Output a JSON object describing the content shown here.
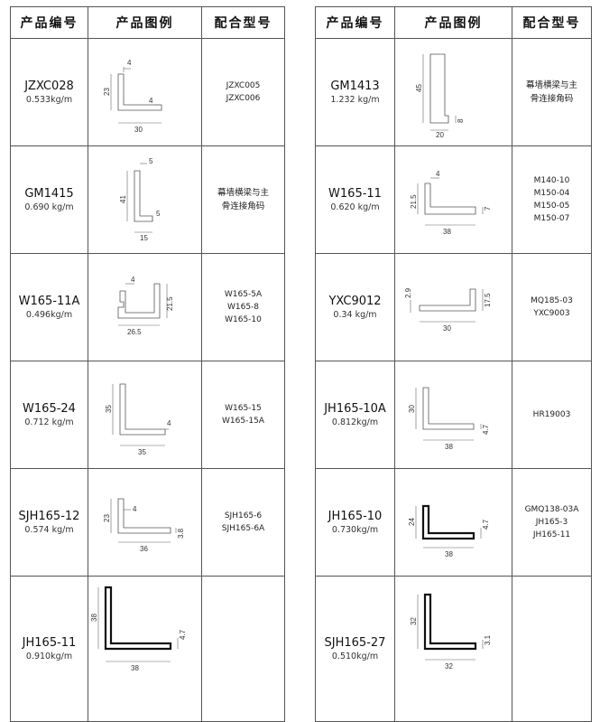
{
  "headers": {
    "code": "产品编号",
    "figure": "产品图例",
    "model": "配合型号"
  },
  "left": [
    {
      "code": "JZXC028",
      "weight": "0.533kg/m",
      "models": [
        "JZXC005",
        "JZXC006"
      ],
      "dims": {
        "a": "4",
        "b": "23",
        "c": "4",
        "d": "30"
      }
    },
    {
      "code": "GM1415",
      "weight": "0.690 kg/m",
      "models": [
        "幕墙横梁与主",
        "骨连接角码"
      ],
      "dims": {
        "a": "5",
        "b": "41",
        "c": "5",
        "d": "15"
      }
    },
    {
      "code": "W165-11A",
      "weight": "0.496kg/m",
      "models": [
        "W165-5A",
        "W165-8",
        "W165-10"
      ],
      "dims": {
        "a": "4",
        "b": "21.5",
        "d": "26.5"
      }
    },
    {
      "code": "W165-24",
      "weight": "0.712 kg/m",
      "models": [
        "W165-15",
        "W165-15A"
      ],
      "dims": {
        "b": "35",
        "c": "4",
        "d": "35"
      }
    },
    {
      "code": "SJH165-12",
      "weight": "0.574 kg/m",
      "models": [
        "SJH165-6",
        "SJH165-6A"
      ],
      "dims": {
        "a": "4",
        "b": "23",
        "c": "3.8",
        "d": "36"
      }
    },
    {
      "code": "JH165-11",
      "weight": "0.910kg/m",
      "models": [],
      "dims": {
        "b": "38",
        "c": "4.7",
        "d": "38"
      }
    }
  ],
  "right": [
    {
      "code": "GM1413",
      "weight": "1.232 kg/m",
      "models": [
        "幕墙横梁与主",
        "骨连接角码"
      ],
      "dims": {
        "b": "45",
        "c": "8",
        "d": "20"
      }
    },
    {
      "code": "W165-11",
      "weight": "0.620 kg/m",
      "models": [
        "M140-10",
        "M150-04",
        "M150-05",
        "M150-07"
      ],
      "dims": {
        "a": "4",
        "b": "21.5",
        "c": "7",
        "d": "38"
      }
    },
    {
      "code": "YXC9012",
      "weight": "0.34 kg/m",
      "models": [
        "MQ185-03",
        "YXC9003"
      ],
      "dims": {
        "a": "2.9",
        "c": "17.5",
        "d": "30"
      }
    },
    {
      "code": "JH165-10A",
      "weight": "0.812kg/m",
      "models": [
        "HR19003"
      ],
      "dims": {
        "b": "30",
        "c": "4.7",
        "d": "38"
      }
    },
    {
      "code": "JH165-10",
      "weight": "0.730kg/m",
      "models": [
        "GMQ138-03A",
        "JH165-3",
        "JH165-11"
      ],
      "dims": {
        "b": "24",
        "c": "4.7",
        "d": "38"
      }
    },
    {
      "code": "SJH165-27",
      "weight": "0.510kg/m",
      "models": [],
      "dims": {
        "b": "32",
        "c": "3.1",
        "d": "32"
      }
    }
  ]
}
